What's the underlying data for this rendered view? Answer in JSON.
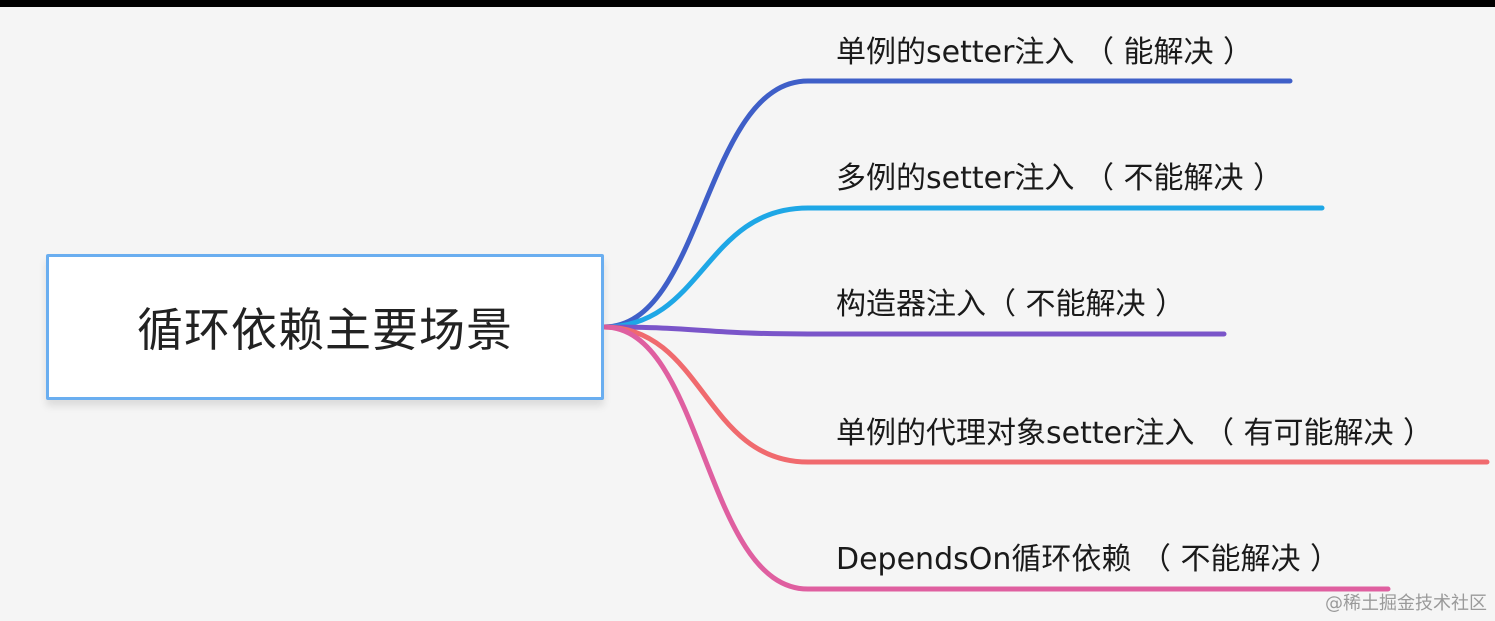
{
  "root": {
    "label": "循环依赖主要场景"
  },
  "branches": [
    {
      "label": "单例的setter注入 （ 能解决 ）",
      "color": "#3f5fc8"
    },
    {
      "label": "多例的setter注入 （ 不能解决 ）",
      "color": "#1ea7e6"
    },
    {
      "label": "构造器注入（ 不能解决 ）",
      "color": "#7a55c9"
    },
    {
      "label": "单例的代理对象setter注入 （ 有可能解决 ）",
      "color": "#f06a6e"
    },
    {
      "label": "DependsOn循环依赖 （ 不能解决 ）",
      "color": "#df5fa0"
    }
  ],
  "watermark": "@稀土掘金技术社区"
}
